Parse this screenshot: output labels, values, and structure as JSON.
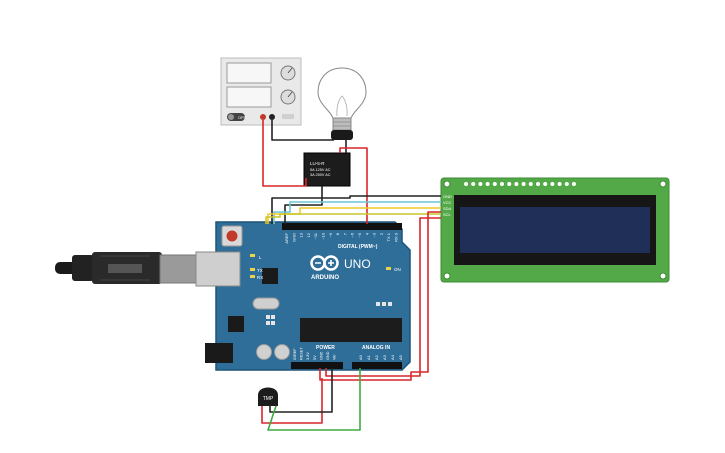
{
  "power_supply": {
    "toggle_label": "OFF"
  },
  "relay": {
    "line1": "LU-5-R",
    "line2": "5A 125V AC",
    "line3": "3A 250V AC"
  },
  "arduino": {
    "brand": "ARDUINO",
    "model": "UNO",
    "on_label": "ON",
    "digital_label": "DIGITAL (PWM~)",
    "power_label": "POWER",
    "analog_label": "ANALOG IN",
    "led_l": "L",
    "led_tx": "TX",
    "led_rx": "RX",
    "digital_pins": [
      "AREF",
      "GND",
      "13",
      "12",
      "~11",
      "~10",
      "~9",
      "8",
      "7",
      "~6",
      "~5",
      "4",
      "~3",
      "2",
      "TX 1",
      "RX 0"
    ],
    "power_pins": [
      "IOREF",
      "RESET",
      "3.3V",
      "5V",
      "GND",
      "GND",
      "Vin"
    ],
    "analog_pins": [
      "A0",
      "A1",
      "A2",
      "A3",
      "A4",
      "A5"
    ]
  },
  "lcd": {
    "pins": [
      "GND",
      "VCC",
      "SDA",
      "SCL"
    ]
  },
  "sensor": {
    "label": "TMP"
  },
  "colors": {
    "board": "#2f6e99",
    "lcd_pcb": "#53a947",
    "lcd_screen": "#1f2f57",
    "wire_red": "#d9252a",
    "wire_black": "#222222",
    "wire_green": "#3faa3f",
    "wire_cyan": "#6cc6d8",
    "wire_yellow": "#f2c72a"
  }
}
